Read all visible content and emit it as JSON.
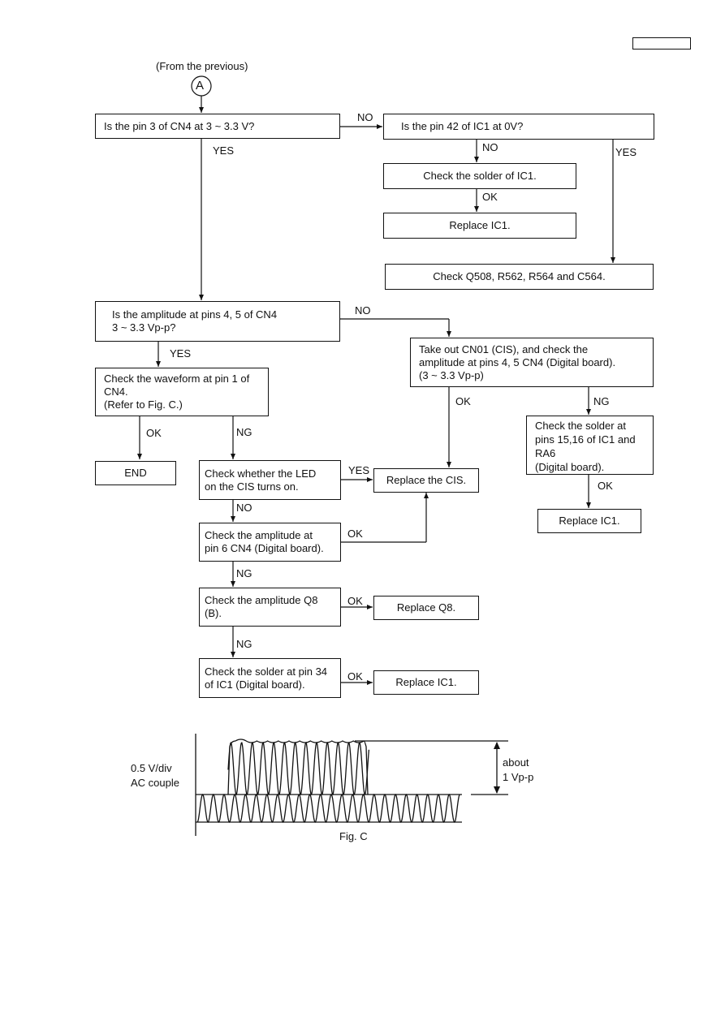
{
  "header": {
    "page_number_box": ""
  },
  "connector": {
    "from_previous": "(From the previous)",
    "symbol": "A"
  },
  "boxes": {
    "q_pin3": "Is the pin 3 of CN4 at 3 ~ 3.3 V?",
    "q_pin42": "Is the pin 42 of IC1 at 0V?",
    "check_solder_ic1": "Check the solder of IC1.",
    "replace_ic1_a": "Replace IC1.",
    "check_q508": "Check Q508, R562, R564 and C564.",
    "q_amplitude_pins45": "Is the amplitude at pins 4, 5 of CN4\n3 ~ 3.3 Vp-p?",
    "take_out_cn01": "Take out CN01 (CIS), and check the\namplitude at pins 4, 5 CN4 (Digital board).\n(3 ~ 3.3 Vp-p)",
    "check_waveform": "Check the waveform at pin 1 of\nCN4.\n(Refer to Fig. C.)",
    "check_solder_pins1516": "Check the solder at\npins 15,16 of IC1 and\nRA6\n(Digital board).",
    "end": "END",
    "check_led": "Check whether the LED\non the CIS turns on.",
    "replace_cis": "Replace the CIS.",
    "replace_ic1_b": "Replace IC1.",
    "check_amp_pin6": "Check the amplitude at\npin 6 CN4 (Digital board).",
    "check_amp_q8": "Check the amplitude Q8\n(B).",
    "replace_q8": "Replace Q8.",
    "check_solder_pin34": "Check the solder at pin 34\nof IC1 (Digital board).",
    "replace_ic1_c": "Replace IC1."
  },
  "edge_labels": {
    "no": "NO",
    "yes": "YES",
    "ok": "OK",
    "ng": "NG"
  },
  "figure_c": {
    "scale": "0.5 V/div",
    "coupling": "AC couple",
    "about": "about",
    "amplitude": "1 Vp-p",
    "caption": "Fig. C"
  }
}
